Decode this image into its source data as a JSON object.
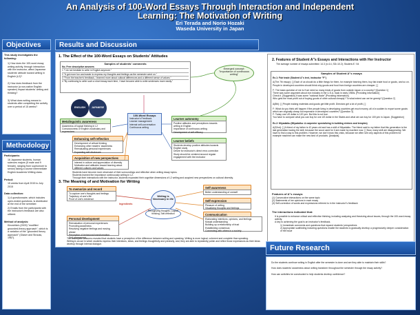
{
  "title": {
    "line1": "An Analysis of 100-Word Essays Through Interaction and Independent",
    "line2": "Learning: The Motivation of Writing",
    "authors": "Eri Terada and Norio Hozaki",
    "affiliation": "Waseda University in Japan"
  },
  "objectives": {
    "heading": "Objectives",
    "intro": "This study investigates the following:",
    "items": [
      "1) How does the 100-word essay writing activity, through interaction with the instructor, affect Japanese students' attitude toward writing in English (L2)?",
      "2) How does feedback from the instructor (a non-native English speaker) impact students' writing and thinking?",
      "3) What does writing means to students after completing the activity over a period of 15 weeks?"
    ]
  },
  "methodology": {
    "heading": "Methodology",
    "participants_title": "Participants:",
    "participants": "16 Japanese students, human sciences majors (5 male and 9 female), ranging from sophomore to senior) taking a course intermediate English Academic Writing class.",
    "period_title": "Period:",
    "period": "15 weeks from April 2015 to July 2015",
    "data_title": "Data collection:",
    "data_items": [
      "1) A questionnaire, which includes open-ended questions, is distributed at the end of the semester.",
      "2) Emails from the participants with the instructor's feedback are also utilized."
    ],
    "method_title": "Method of analysis:",
    "method": "Kinoshita's (2003) \"modified grounded-theory approach\", which is a variation of the \"grounded theory approach\" (Glaser and Strauss, 1967)."
  },
  "results": {
    "heading": "Results and Discussion",
    "sub1": "1. The Effect of the 100-Word Essays on Students' Attitudes",
    "sub2": "3. The Meaning of and Motivation for Writing",
    "sub3": "2. Features of Student A\"s Essays and Interactions with Her Instructor",
    "sub3_note": "The average number of essays submitted: 14.3 (n=14, SD=10.2); Student A\": 54",
    "comments_title": "Samples of students' comments",
    "comment_header": "No.   Free descriptive answers",
    "comments": [
      "1   \"I do not hesitate to write in English anymore.\"",
      "2   \"It got more fun and easier to express my thoughts and feelings as the semester went on.\"",
      "3   \"From the teacher's feedback, I learned more about cultural differences and a different sense of values.\"",
      "4   \"By continuing to write such a short essay each time, I have become able to write sentences more easily.\""
    ],
    "emerged_concept": "Emerged concept: \"Importance of continuous writing\"",
    "english_label": "ENGLISH",
    "japanese_label": "JAPANESE",
    "center_title": "100-Word Essays",
    "center_items": [
      "Instructor's Feedback",
      "Learner management",
      "Internal self-conversation",
      "Continuous writing"
    ],
    "meta_title": "Metalinguistic awareness",
    "meta_items": [
      "Awareness of logical thinking in L2",
      "Consciousness of English vocabulary and expressions"
    ],
    "auto_title": "Learner autonomy",
    "auto_items": [
      "Positive attitudes and perceptions towards writing in English",
      "Importance of continuous writing",
      "Development of self-efficacy"
    ],
    "selfref_title": "Enhancing self-reflection",
    "selfref_items": [
      "Development of critical thinking",
      "Enhancing other readers' awareness",
      "Reevaluating personal experiences",
      "Expanding self-disclosure"
    ],
    "learner_title": "Learner beliefs",
    "learner_items": [
      "Students develop positive attitudes towards English study",
      "Desire for instructor's direct error-correction",
      "Study should be centered around regular engagement with the instructor"
    ],
    "acq_title": "Acquisition of new perspectives",
    "acq_items": [
      "Interest in culture and appreciation of diversity",
      "Motivation and attitudes toward learning about different cultures and values"
    ],
    "notes1": [
      "Students have become more observant of their surroundings and reflective when writing essay topics.",
      "Students learned the importance continuously writing in L2.",
      "Through their interactions with the instructor, students expanded their cognitive dimensions of L2 writing and acquired new perspectives on cultural diversity."
    ],
    "memorize_title": "To memorize and record",
    "memorize_items": [
      "To capture one's thoughts and feelings",
      "Trajectory of one's life",
      "Proof of one's existence"
    ],
    "selfaware_title": "Self-awareness",
    "selfaware_items": [
      "Better understanding of oneself"
    ],
    "ingredients_label": "Ingredients",
    "writing_center": "Writing is Necessary in life",
    "writing_sub": "Recognizing thoughts, Logical thinking, Self-reflection",
    "personal_title": "Personal development",
    "personal_items": [
      "Reevaluation of personal experiences",
      "Promoting awareness",
      "Resolving negative feelings and moving ahead",
      "Perception of behavioral transformation",
      "Self-assessment"
    ],
    "selfexp_title": "Self-expression",
    "selfexp_items": [
      "Pleasure of writing",
      "Visualizing thoughts and feelings"
    ],
    "comm_title": "Communication",
    "comm_items": [
      "Elaborating intentions, opinions, and feelings",
      "Mutual understanding",
      "Building up a relationship of trust",
      "Establishing consensus",
      "Connecting with others in a society"
    ],
    "notes3": [
      "The descriptive answers revealed that students have a perception of the difference between writing and speaking. Writing is more logical, coherent and complete than speaking.",
      "Writing is an act in which students express their intentions, ideas, and feelings thoughtfully and precisely, and, they are able to repeatedly polish and refine those expressions as their ideas develop through internal dialogue."
    ],
    "samples_title": "Samples of Student A\"s essays",
    "ex1_label": "Ex.1: Fair trade (Student A\"s text, instructor \"F\")",
    "ex1_lines": [
      "A(The 7th essay): [   ] Each of us should do a little things for them, for example learning them, buy fair-trade food or goods, and so on. People in developed countries should think why goods and food from foreign countries are cheaper. [   ]",
      "F: The basic question of me is if we need so many kinds of goods from outside Japan or a country? [Question 1]",
      "There was some argument about iron industry in the U.S.A. back in early 1980s. [Providing information]",
      "Check it. [Suggestion] It was some \"national trade\" [Providing information]",
      "Who gets the most profit out of buying goods of other cultural cheaply? To what extent can we be greedy? [Question 2]",
      "A(8th): [   ] People making materials and goods get little profit. Directors get a lot of profit. [   ]",
      "F: What do you think will happen if the people living in developing countries get much money, all of a sudden to export some goods which are originally cheap but expensive in developed countries? [Question 3]",
      "F: Today one US dollar is 120 yen. But this is not true.",
      "You have to compare what you can buy for one US dollar in the States and what we can buy for 100 yen in Japan. [Suggestion]"
    ],
    "ex2_label": "Ex.2: Miyadaiku (Miyadaiku: A carpenter specializing in building shrines and temples)",
    "ex2_lines": [
      "A(32nd): [   ] A friend of my father is 42 years old and has a skill of Miyadaiku. The friend said to my father that this generation is the last generation having the skill, because the wood used for it are made by machine now. [   ] Now, many skill are disappearing. We have to find a way to this problem. However, we don't know this crisis, because we often see only aspects of this problem for example machine can make the new kind of products. [Analysis]"
    ],
    "features_title": "Features of A\"s essays:",
    "features": [
      "(1) Consecutive interactions on the same topic",
      "(2) Statements of her opinions in each essay",
      "(3) Self-correction of words and expressions referred to in the instructor\"s feedback"
    ],
    "interactions_title": "The interactions indicated that:",
    "interactions": [
      "It is possible to enhance critical and reflective thinking, including analyzing and theorizing about issues, through the 100-word essay activity.",
      "A key to achieving the goal is an instructor's feedback.",
      "1) Immediate comments and questions that expand students' perspectives",
      "2) Appropriate scaffolding including questions enable the students to gradually develop a progressively deeper consideration of the issue"
    ]
  },
  "future": {
    "heading": "Future Research",
    "items": [
      "Do the students continue writing in English after the semester is done and are they able to maintain their skills?",
      "How does students' awareness about writing transform throughout the semester through the essay activity?",
      "How can activities be constructed to help students develop confidence?"
    ]
  }
}
